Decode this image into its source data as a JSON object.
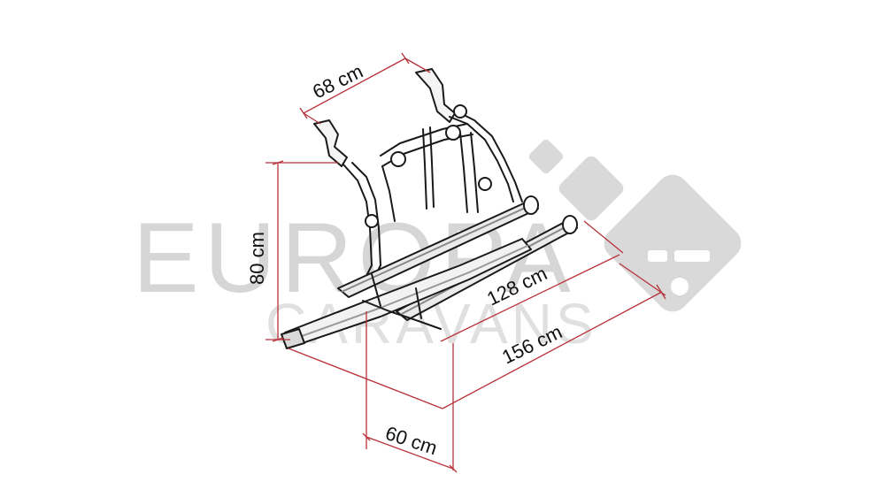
{
  "watermark": {
    "brand_top": "EUROPA",
    "brand_bottom": "CARAVANS",
    "color": "#d6d6d6"
  },
  "dimensions": {
    "width_top": "68 cm",
    "height": "80 cm",
    "rail_length": "128 cm",
    "total_length": "156 cm",
    "depth": "60 cm",
    "line_color": "#b8323a"
  },
  "product": {
    "icon": "bike-carrier-drawing"
  }
}
